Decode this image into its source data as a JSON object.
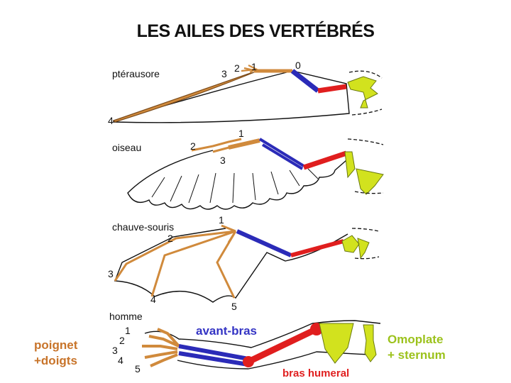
{
  "title": "LES AILES DES VERTÉBRÉS",
  "rows": [
    {
      "label": "ptérausore",
      "digits": [
        "3",
        "2",
        "1",
        "0",
        "4"
      ]
    },
    {
      "label": "oiseau",
      "digits": [
        "1",
        "2",
        "3"
      ]
    },
    {
      "label": "chauve-souris",
      "digits": [
        "1",
        "2",
        "3",
        "4",
        "5"
      ]
    },
    {
      "label": "homme",
      "digits": [
        "1",
        "2",
        "3",
        "4",
        "5"
      ]
    }
  ],
  "legend": {
    "fingers": [
      "poignet",
      "+doigts"
    ],
    "forearm": "avant-bras",
    "humerus": "bras humeral",
    "shoulder": [
      "Omoplate",
      "+ sternum"
    ]
  },
  "colors": {
    "fingers": "#d08a3c",
    "forearm": "#2b2bb8",
    "humerus": "#e01e1e",
    "shoulder": "#d2e21e",
    "finger_label": "#c8742a",
    "forearm_label": "#3434c4",
    "humerus_label": "#e02020",
    "shoulder_label": "#9cc21c",
    "outline": "#111111"
  }
}
